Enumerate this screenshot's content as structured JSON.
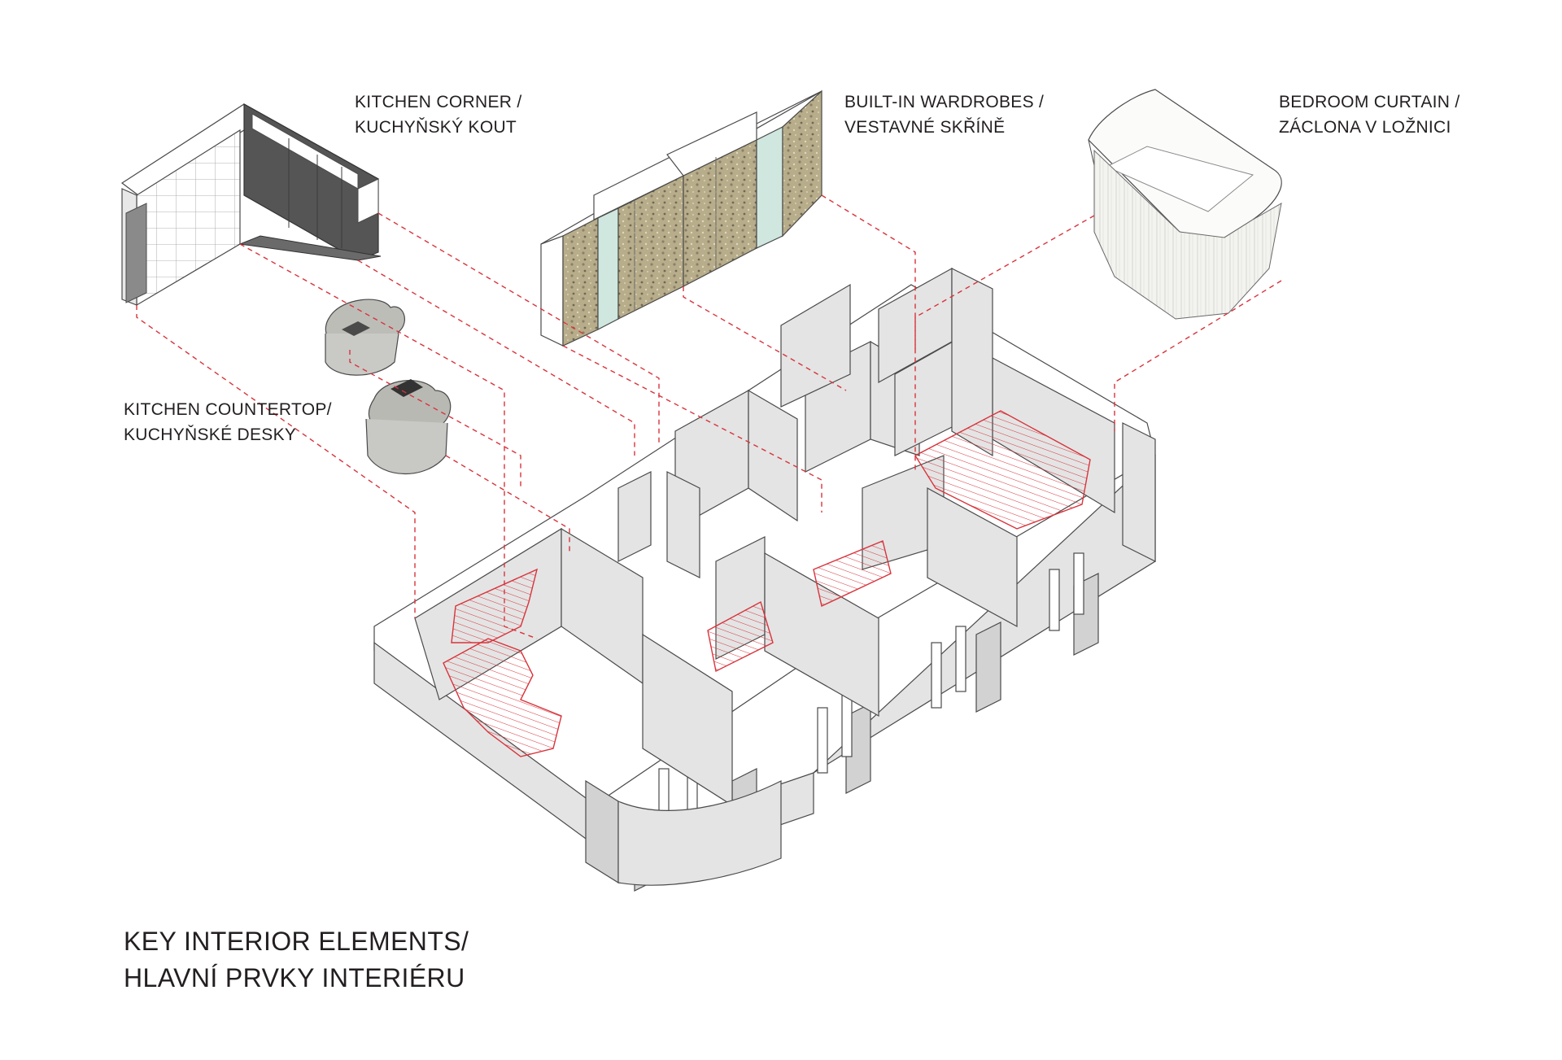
{
  "labels": {
    "kitchen_corner": {
      "line1": "KITCHEN CORNER /",
      "line2": "KUCHYŇSKÝ KOUT"
    },
    "wardrobes": {
      "line1": "BUILT-IN WARDROBES /",
      "line2": "VESTAVNÉ SKŘÍNĚ"
    },
    "curtain": {
      "line1": "BEDROOM CURTAIN /",
      "line2": "ZÁCLONA V LOŽNICI"
    },
    "countertop": {
      "line1": "KITCHEN COUNTERTOP/",
      "line2": "KUCHYŇSKÉ DESKY"
    }
  },
  "title": {
    "line1": "KEY INTERIOR ELEMENTS/",
    "line2": "HLAVNÍ PRVKY INTERIÉRU"
  },
  "colors": {
    "leader_lines": "#d8343c",
    "walls_light": "#e4e4e4",
    "cabinet_dark": "#555555",
    "terrazzo": "#b9ae8c",
    "glass": "#cfe7df",
    "curtain": "#f1f1ee"
  }
}
